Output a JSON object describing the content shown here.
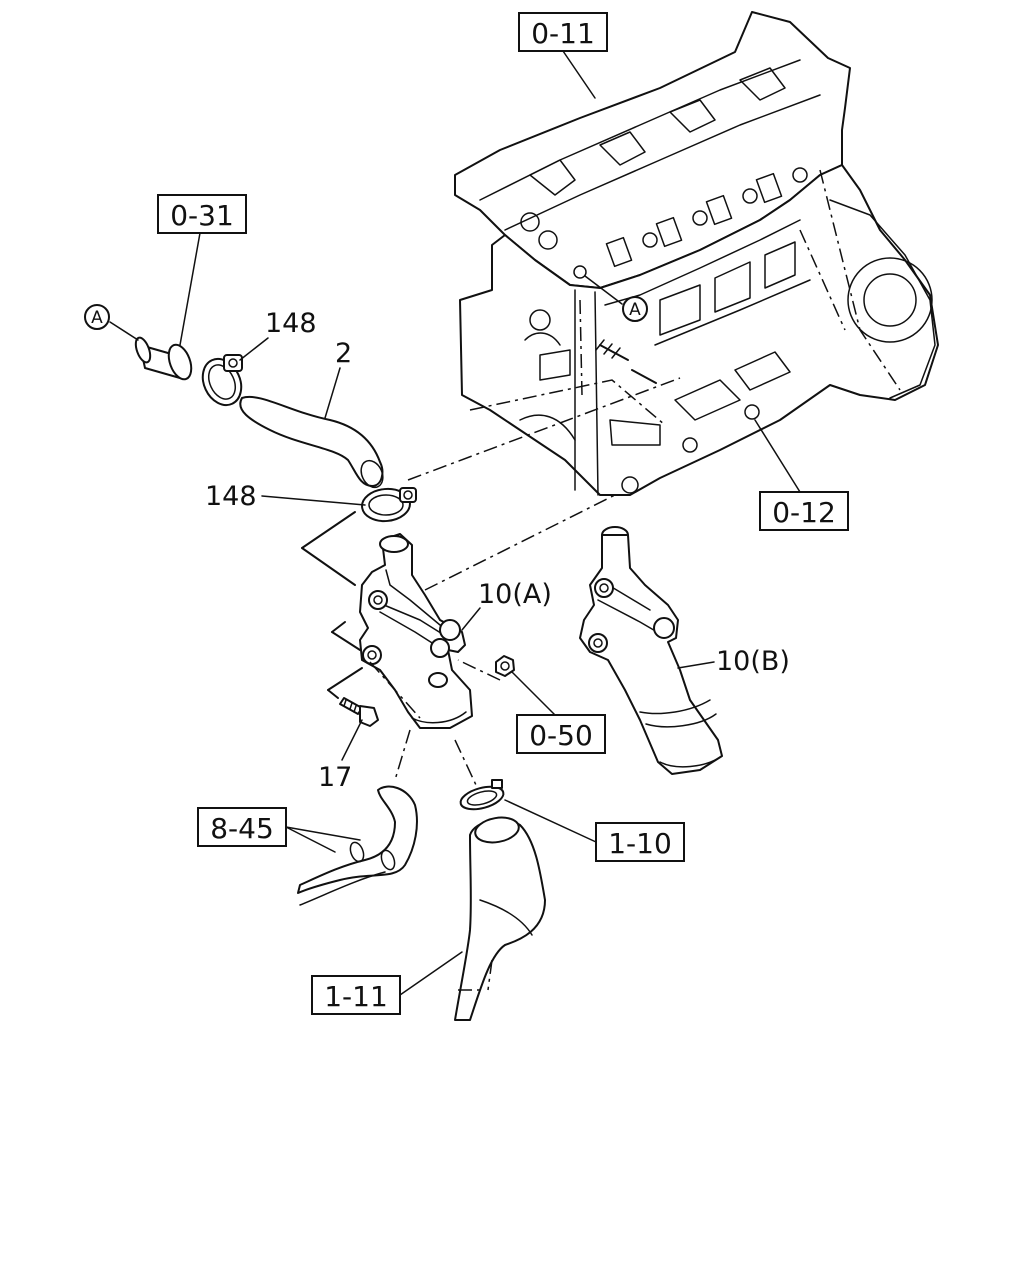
{
  "references": {
    "ref_0_11": "0-11",
    "ref_0_31": "0-31",
    "ref_0_12": "0-12",
    "ref_0_50": "0-50",
    "ref_1_10": "1-10",
    "ref_8_45": "8-45",
    "ref_1_11": "1-11"
  },
  "callouts": {
    "part_148_upper": "148",
    "part_2": "2",
    "part_148_lower": "148",
    "part_10a": "10(A)",
    "part_10b": "10(B)",
    "part_17": "17"
  },
  "markers": {
    "marker_a_left": "A",
    "marker_a_engine": "A"
  }
}
